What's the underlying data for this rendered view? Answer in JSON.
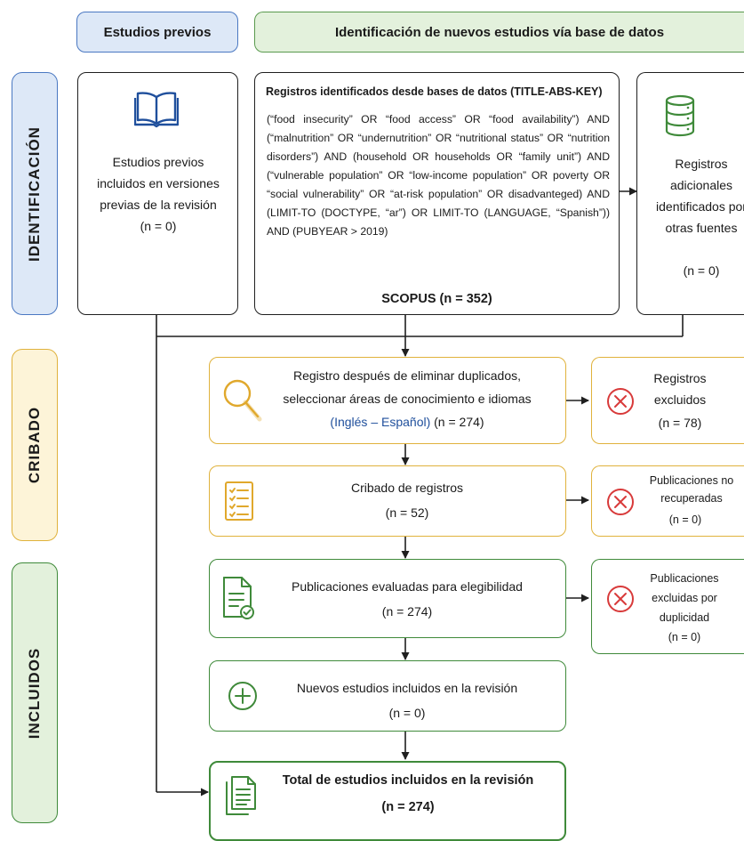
{
  "headers": {
    "previous": "Estudios previos",
    "new": "Identificación de nuevos estudios vía base de datos"
  },
  "phases": {
    "identification": "IDENTIFICACIÓN",
    "screening": "CRIBADO",
    "included": "INCLUIDOS"
  },
  "previous_studies": {
    "text": "Estudios previos incluidos en versiones previas de la revisión",
    "count": "(n = 0)"
  },
  "database": {
    "title": "Registros identificados desde bases de datos (TITLE-ABS-KEY)",
    "query": "(“food insecurity” OR “food access” OR “food availability”) AND (“malnutrition” OR “undernutrition” OR “nutritional status” OR “nutrition disorders”) AND (household OR households OR “family unit”) AND (“vulnerable population” OR “low-income population” OR poverty OR “social vulnerability” OR “at-risk population” OR disadvanteged) AND (LIMIT-TO (DOCTYPE, “ar”) OR LIMIT-TO (LANGUAGE, “Spanish”)) AND (PUBYEAR > 2019)",
    "source": "SCOPUS (n = 352)"
  },
  "other_sources": {
    "text": "Registros adicionales identificados por otras fuentes",
    "count": "(n = 0)"
  },
  "dedup": {
    "line1": "Registro después de eliminar duplicados,",
    "line2": "seleccionar áreas de conocimiento e idiomas",
    "languages": "(Inglés – Español)",
    "count": " (n = 274)"
  },
  "excluded_records": {
    "text": "Registros excluidos",
    "count": "(n = 78)"
  },
  "screening": {
    "text": "Cribado de registros",
    "count": "(n = 52)"
  },
  "not_retrieved": {
    "text": "Publicaciones no recuperadas",
    "count": "(n = 0)"
  },
  "eligibility": {
    "text": "Publicaciones evaluadas para elegibilidad",
    "count": "(n = 274)"
  },
  "excluded_duplicates": {
    "text": "Publicaciones excluidas por duplicidad",
    "count": "(n = 0)"
  },
  "new_included": {
    "text": "Nuevos estudios incluidos en la revisión",
    "count": "(n = 0)"
  },
  "total_included": {
    "text": "Total de estudios incluidos en la revisión",
    "count": "(n = 274)"
  },
  "colors": {
    "blue": "#4a78c2",
    "blue_fill": "#dde8f7",
    "green": "#3f8a3a",
    "green_fill": "#e3f1dc",
    "gold": "#e0b23c",
    "gold_fill": "#fdf4d8",
    "red": "#d83a3a",
    "dark": "#1f1f1f",
    "link_blue": "#1f4f9c"
  }
}
